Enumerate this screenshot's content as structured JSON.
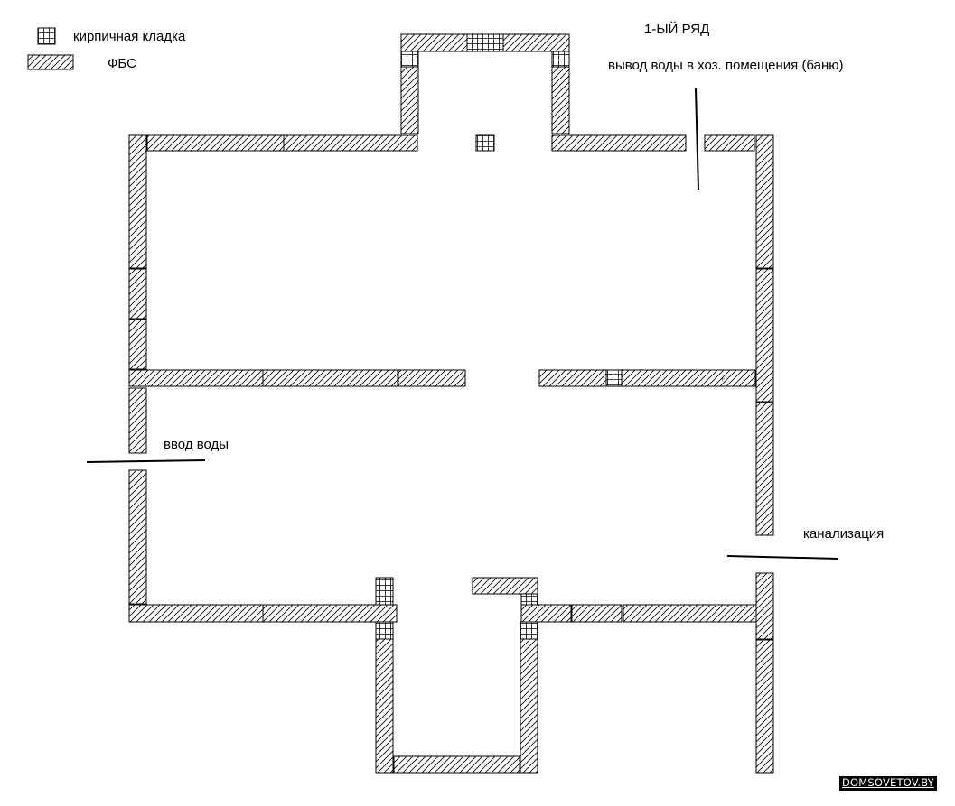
{
  "legend": {
    "brick_label": "кирпичная кладка",
    "fbs_label": "ФБС"
  },
  "annotations": {
    "row_title": "1-ЫЙ РЯД",
    "water_out": "вывод воды в хоз. помещения (баню)",
    "water_in": "ввод воды",
    "sewage": "канализация"
  },
  "watermark": "DOMSOVETOV.BY",
  "colors": {
    "stroke": "#000000",
    "background": "#ffffff",
    "marker": "#cc0000"
  }
}
